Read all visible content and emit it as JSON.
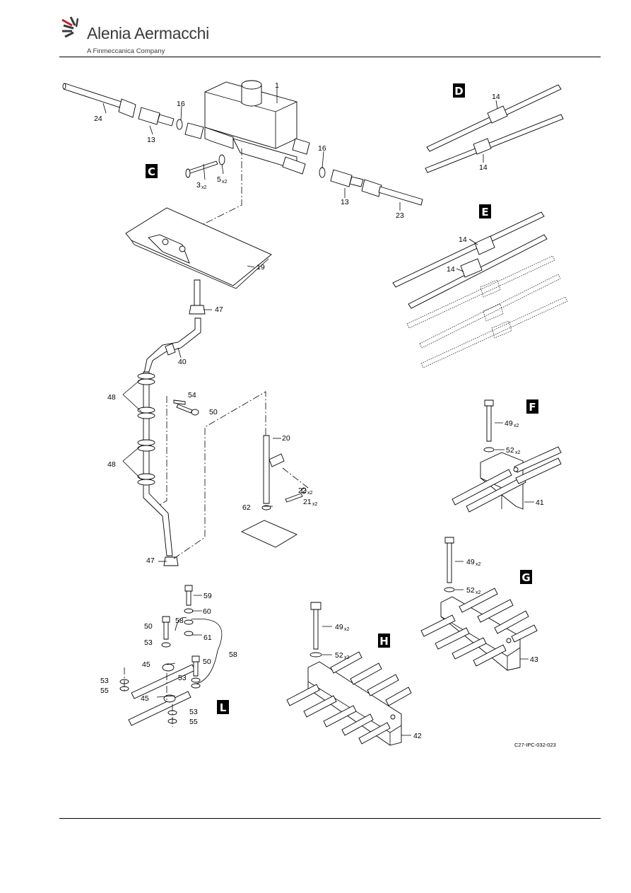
{
  "header": {
    "brand_name": "Alenia Aermacchi",
    "brand_sub": "A Finmeccanica Company"
  },
  "figure_id": "C27-IPC-032-023",
  "views": {
    "C": "C",
    "D": "D",
    "E": "E",
    "F": "F",
    "G": "G",
    "H": "H",
    "L": "L"
  },
  "callouts": {
    "c1": "1",
    "c24": "24",
    "c13a": "13",
    "c16a": "16",
    "c3": "3",
    "c3q": "x2",
    "c5": "5",
    "c5q": "x2",
    "c16b": "16",
    "c13b": "13",
    "c23": "23",
    "c19": "19",
    "c47a": "47",
    "c40": "40",
    "c48a": "48",
    "c54": "54",
    "c50a": "50",
    "c48b": "48",
    "c20": "20",
    "c22": "22",
    "c22q": "x2",
    "c21": "21",
    "c21q": "x2",
    "c62": "62",
    "c47b": "47",
    "d14a": "14",
    "d14b": "14",
    "e14a": "14",
    "e14b": "14",
    "f49": "49",
    "f49q": "x2",
    "f52": "52",
    "f52q": "x2",
    "f41": "41",
    "g49": "49",
    "g49q": "x2",
    "g52": "52",
    "g52q": "x2",
    "g43": "43",
    "h49": "49",
    "h49q": "x2",
    "h52": "52",
    "h52q": "x2",
    "h42": "42",
    "l59": "59",
    "l60": "60",
    "l50a": "50",
    "l58a": "58",
    "l53a": "53",
    "l61": "61",
    "l58b": "58",
    "l45a": "45",
    "l50b": "50",
    "l53b": "53",
    "l53c": "53",
    "l55a": "55",
    "l45b": "45",
    "l53d": "53",
    "l55b": "55"
  }
}
